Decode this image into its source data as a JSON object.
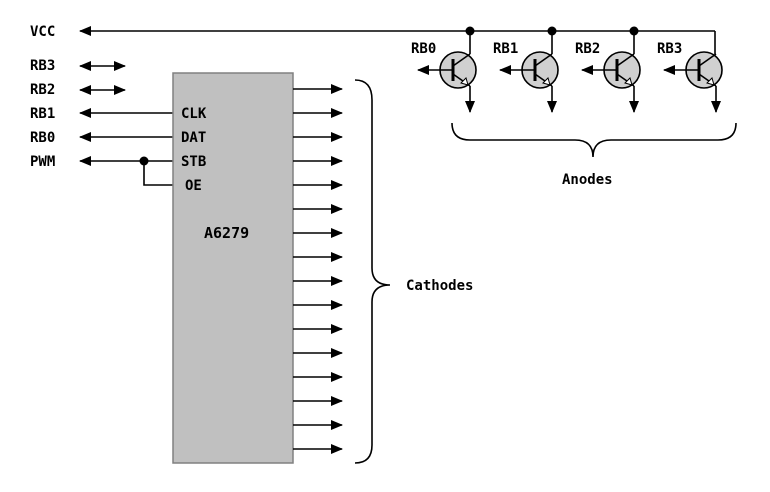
{
  "power": {
    "label": "VCC"
  },
  "port_labels": [
    {
      "label": "RB3",
      "direction": "bidirectional"
    },
    {
      "label": "RB2",
      "direction": "bidirectional"
    },
    {
      "label": "RB1",
      "direction": "input"
    },
    {
      "label": "RB0",
      "direction": "input"
    },
    {
      "label": "PWM",
      "direction": "input"
    }
  ],
  "chip": {
    "name": "A6279",
    "fill": "#c0c0c0",
    "pins": [
      "CLK",
      "DAT",
      "STB",
      "OE"
    ],
    "output_count": 16
  },
  "cathodes": {
    "label": "Cathodes"
  },
  "transistors": [
    {
      "label": "RB0"
    },
    {
      "label": "RB1"
    },
    {
      "label": "RB2"
    },
    {
      "label": "RB3"
    }
  ],
  "anodes": {
    "label": "Anodes"
  }
}
